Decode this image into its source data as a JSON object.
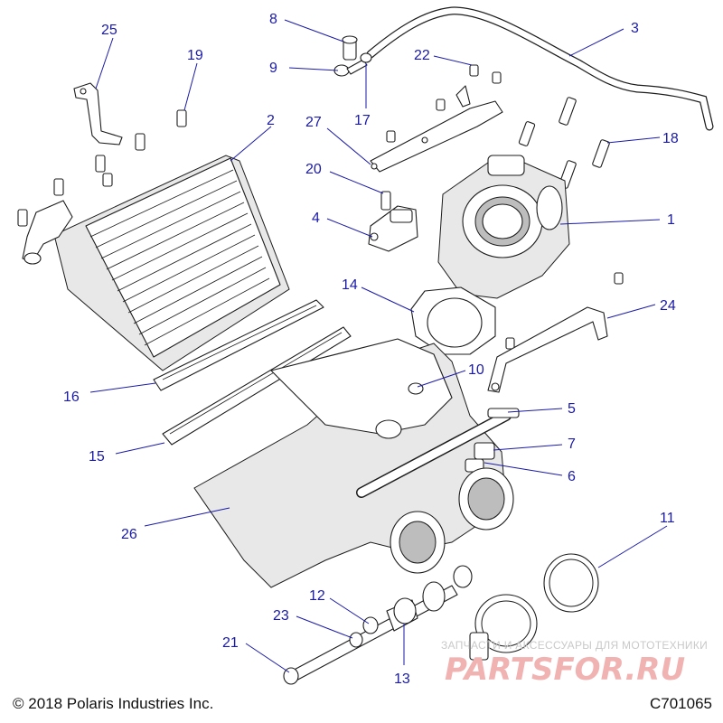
{
  "callouts": [
    {
      "id": "1",
      "label": "1"
    },
    {
      "id": "2",
      "label": "2"
    },
    {
      "id": "3",
      "label": "3"
    },
    {
      "id": "4",
      "label": "4"
    },
    {
      "id": "5",
      "label": "5"
    },
    {
      "id": "6",
      "label": "6"
    },
    {
      "id": "7",
      "label": "7"
    },
    {
      "id": "8",
      "label": "8"
    },
    {
      "id": "9",
      "label": "9"
    },
    {
      "id": "10",
      "label": "10"
    },
    {
      "id": "11",
      "label": "11"
    },
    {
      "id": "12",
      "label": "12"
    },
    {
      "id": "13",
      "label": "13"
    },
    {
      "id": "14",
      "label": "14"
    },
    {
      "id": "15",
      "label": "15"
    },
    {
      "id": "16",
      "label": "16"
    },
    {
      "id": "17",
      "label": "17"
    },
    {
      "id": "18",
      "label": "18"
    },
    {
      "id": "19",
      "label": "19"
    },
    {
      "id": "20",
      "label": "20"
    },
    {
      "id": "21",
      "label": "21"
    },
    {
      "id": "22",
      "label": "22"
    },
    {
      "id": "23",
      "label": "23"
    },
    {
      "id": "24",
      "label": "24"
    },
    {
      "id": "25",
      "label": "25"
    },
    {
      "id": "26",
      "label": "26"
    },
    {
      "id": "27",
      "label": "27"
    }
  ],
  "footer": {
    "copyright": "© 2018 Polaris Industries Inc.",
    "diagram_code": "C701065"
  },
  "watermark": {
    "tagline": "ЗАПЧАСТИ И АКСЕССУАРЫ ДЛЯ МОТОТЕХНИКИ",
    "brand": "PARTSFOR.RU"
  },
  "colors": {
    "callout": "#1a1aa8",
    "line_art": "#1c1c1c",
    "watermark_brand": "#f1b2b2"
  }
}
